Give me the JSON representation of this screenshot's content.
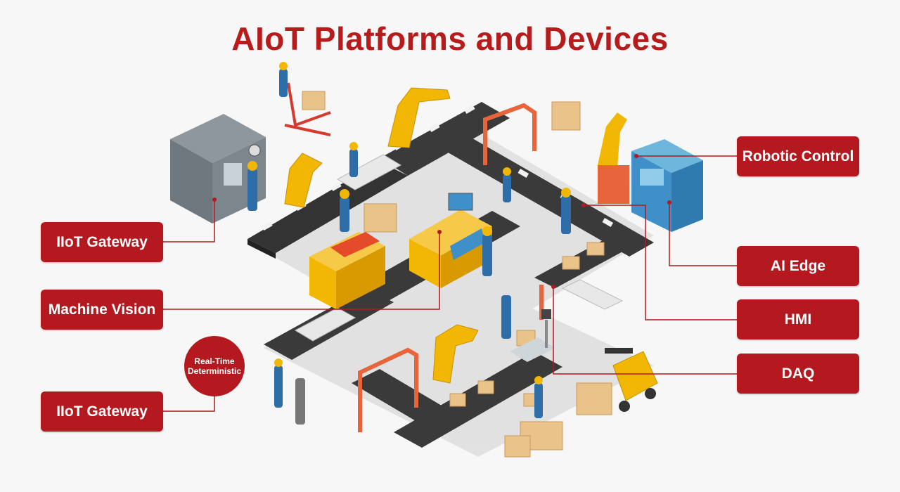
{
  "title": "AIoT Platforms and Devices",
  "colors": {
    "accent": "#b3191f",
    "title": "#b71c1c",
    "belt": "#3a3a3a",
    "machine_yellow": "#f2b705",
    "machine_blue": "#3f90c8",
    "box": "#e9c38a"
  },
  "labels": {
    "iiot_gateway_top": "IIoT Gateway",
    "machine_vision": "Machine Vision",
    "iiot_gateway_bottom": "IIoT Gateway",
    "robotic_control": "Robotic Control",
    "ai_edge": "AI Edge",
    "hmi": "HMI",
    "daq": "DAQ"
  },
  "badge": {
    "line1": "Real-Time",
    "line2": "Deterministic"
  }
}
